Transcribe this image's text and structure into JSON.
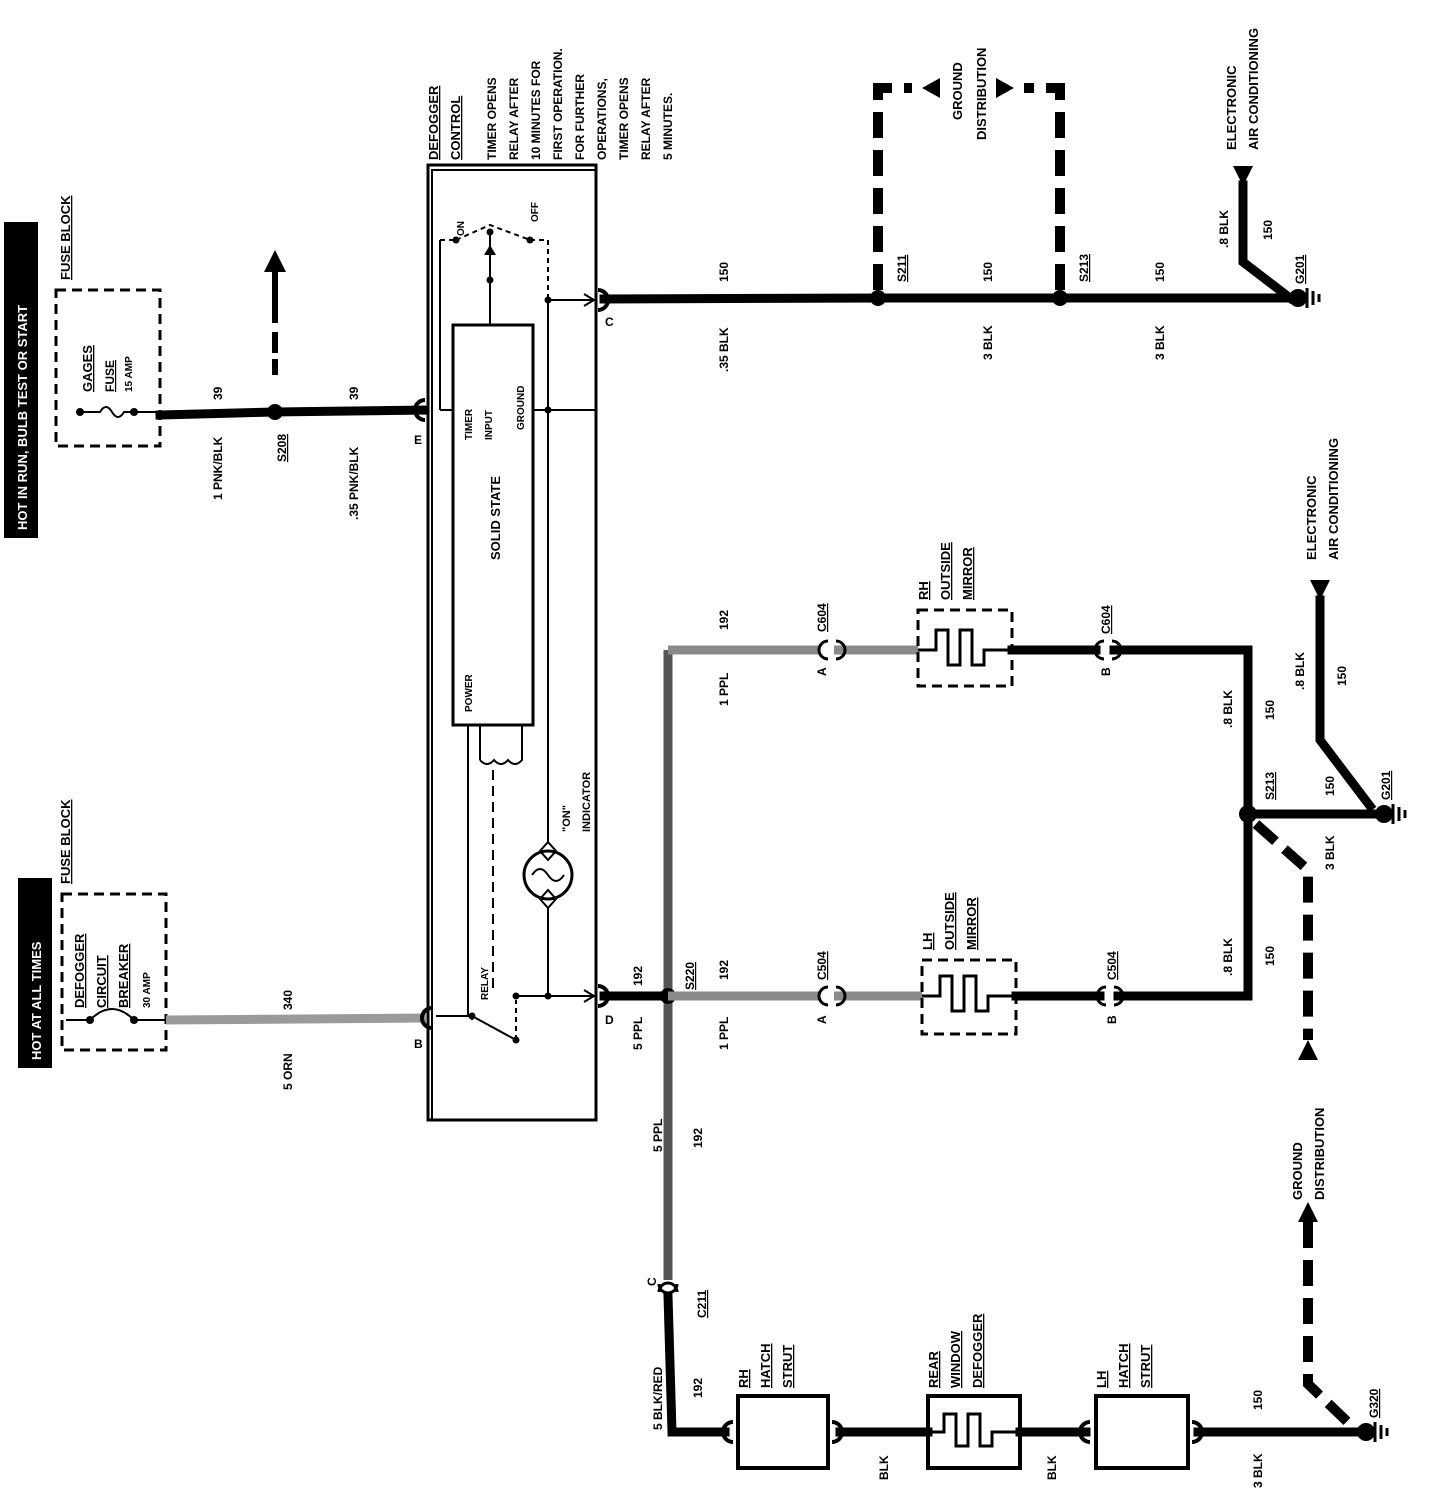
{
  "banners": {
    "hot_run": "HOT IN RUN, BULB TEST OR START",
    "hot_all": "HOT AT ALL TIMES"
  },
  "fuse_block_top": {
    "title": "FUSE BLOCK",
    "fuse_name": "GAGES",
    "fuse_label": "FUSE",
    "rating": "15 AMP"
  },
  "fuse_block_bottom": {
    "title": "FUSE BLOCK",
    "breaker_name": "DEFOGGER",
    "breaker_l2": "CIRCUIT",
    "breaker_l3": "BREAKER",
    "rating": "30 AMP"
  },
  "defogger_control": {
    "title_l1": "DEFOGGER",
    "title_l2": "CONTROL",
    "note": [
      "TIMER OPENS",
      "RELAY AFTER",
      "10 MINUTES FOR",
      "FIRST OPERATION.",
      "FOR FURTHER",
      "OPERATIONS,",
      "TIMER OPENS",
      "RELAY AFTER",
      "5 MINUTES."
    ],
    "switch_on": "ON",
    "switch_off": "OFF",
    "solid_state": "SOLID STATE",
    "timer_l1": "TIMER",
    "timer_l2": "INPUT",
    "ground": "GROUND",
    "power": "POWER",
    "relay": "RELAY",
    "indicator_l1": "\"ON\"",
    "indicator_l2": "INDICATOR",
    "pin_c": "C",
    "pin_e": "E",
    "pin_b": "B",
    "pin_d": "D"
  },
  "wires": {
    "w39a_gauge": "1 PNK/BLK",
    "w39a_circuit": "39",
    "w39b_gauge": ".35 PNK/BLK",
    "w39b_circuit": "39",
    "w340_gauge": "5 ORN",
    "w340_circuit": "340",
    "w150_c_gauge": ".35 BLK",
    "w150_c_circuit": "150",
    "w150_mid_gauge": "3 BLK",
    "w150_mid_circuit": "150",
    "w150_end_gauge": "3 BLK",
    "w150_end_circuit": "150",
    "w150_g201_gauge": ".8 BLK",
    "w150_g201_circuit": "150",
    "w192_d_gauge": "5 PPL",
    "w192_d_circuit": "192",
    "w192_lh_gauge": "1 PPL",
    "w192_lh_circuit": "192",
    "w192_rh_gauge": "1 PPL",
    "w192_rh_circuit": "192",
    "w192_down_gauge": "5 PPL",
    "w192_down_circuit": "192",
    "w192_strut_gauge": "5 BLK/RED",
    "w192_strut_circuit": "192",
    "w150_rhm_gauge": ".8 BLK",
    "w150_rhm_circuit": "150",
    "w150_lhm_gauge": ".8 BLK",
    "w150_lhm_circuit": "150",
    "w150_g201b_gauge": ".8 BLK",
    "w150_g201b_circuit": "150",
    "w150_s213_circuit": "150",
    "w150_down_gauge": "3 BLK",
    "blk1": "BLK",
    "blk2": "BLK",
    "w150_g320_gauge": "3 BLK",
    "w150_g320_circuit": "150"
  },
  "splices": {
    "s208": "S208",
    "s211": "S211",
    "s213a": "S213",
    "s213b": "S213",
    "s220": "S220"
  },
  "grounds": {
    "g201a": "G201",
    "g201b": "G201",
    "g320": "G320"
  },
  "connectors": {
    "c604a": "C604",
    "c604b": "C604",
    "c504a": "C504",
    "c504b": "C504",
    "c211": "C211",
    "pin_a": "A",
    "pin_b": "B",
    "pin_c": "C"
  },
  "components": {
    "rh_mirror": [
      "RH",
      "OUTSIDE",
      "MIRROR"
    ],
    "lh_mirror": [
      "LH",
      "OUTSIDE",
      "MIRROR"
    ],
    "rh_strut": [
      "RH",
      "HATCH",
      "STRUT"
    ],
    "rear_defogger": [
      "REAR",
      "WINDOW",
      "DEFOGGER"
    ],
    "lh_strut": [
      "LH",
      "HATCH",
      "STRUT"
    ]
  },
  "refs": {
    "ground_dist_top": [
      "GROUND",
      "DISTRIBUTION"
    ],
    "ground_dist_bottom": [
      "GROUND",
      "DISTRIBUTION"
    ],
    "eac_top": [
      "ELECTRONIC",
      "AIR CONDITIONING"
    ],
    "eac_bottom": [
      "ELECTRONIC",
      "AIR CONDITIONING"
    ]
  }
}
